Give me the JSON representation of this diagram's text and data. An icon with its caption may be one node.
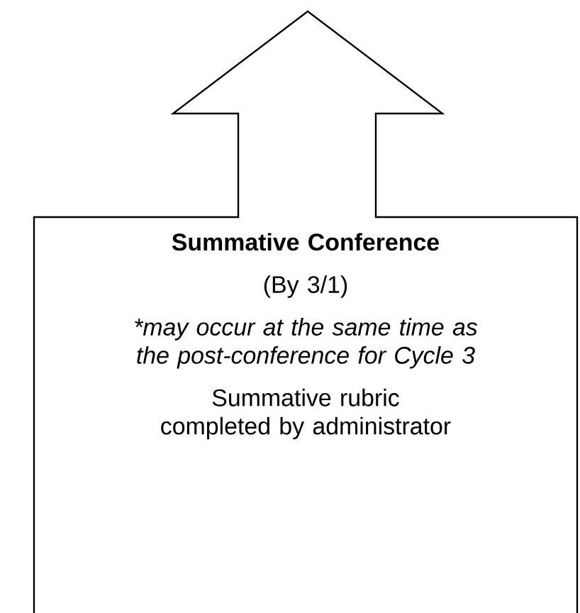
{
  "diagram": {
    "nodes": [
      {
        "text": [
          "Summative Conference",
          "(By 3/1)",
          "*may occur at the same time as the post-conference for Cycle 3",
          "Summative rubric completed by administrator"
        ]
      }
    ]
  }
}
